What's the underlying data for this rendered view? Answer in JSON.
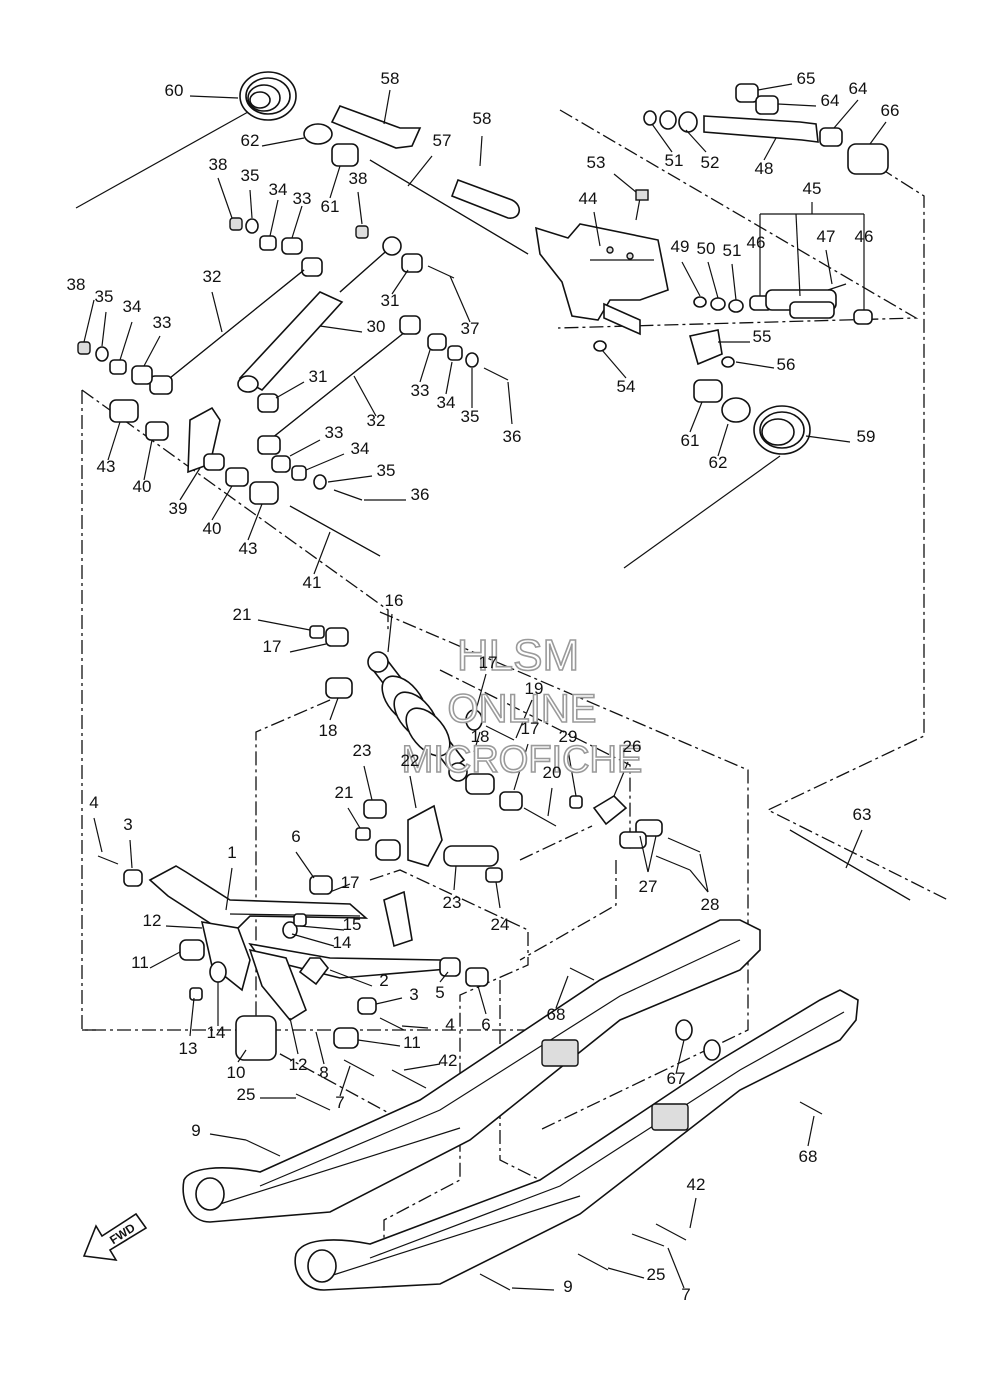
{
  "watermark": {
    "line1": "HLSM",
    "line2": "ONLINE",
    "line3": "MICROFICHE"
  },
  "direction_marker": "FWD",
  "callouts": [
    {
      "id": "c60",
      "text": "60"
    },
    {
      "id": "c58a",
      "text": "58"
    },
    {
      "id": "c58b",
      "text": "58"
    },
    {
      "id": "c62a",
      "text": "62"
    },
    {
      "id": "c57",
      "text": "57"
    },
    {
      "id": "c61a",
      "text": "61"
    },
    {
      "id": "c38a",
      "text": "38"
    },
    {
      "id": "c35a",
      "text": "35"
    },
    {
      "id": "c34a",
      "text": "34"
    },
    {
      "id": "c33a",
      "text": "33"
    },
    {
      "id": "c38b",
      "text": "38"
    },
    {
      "id": "c65",
      "text": "65"
    },
    {
      "id": "c64a",
      "text": "64"
    },
    {
      "id": "c64b",
      "text": "64"
    },
    {
      "id": "c66",
      "text": "66"
    },
    {
      "id": "c51a",
      "text": "51"
    },
    {
      "id": "c52",
      "text": "52"
    },
    {
      "id": "c48",
      "text": "48"
    },
    {
      "id": "c53",
      "text": "53"
    },
    {
      "id": "c44",
      "text": "44"
    },
    {
      "id": "c45",
      "text": "45"
    },
    {
      "id": "c49",
      "text": "49"
    },
    {
      "id": "c50",
      "text": "50"
    },
    {
      "id": "c51b",
      "text": "51"
    },
    {
      "id": "c46a",
      "text": "46"
    },
    {
      "id": "c47",
      "text": "47"
    },
    {
      "id": "c46b",
      "text": "46"
    },
    {
      "id": "c32a",
      "text": "32"
    },
    {
      "id": "c38c",
      "text": "38"
    },
    {
      "id": "c35b",
      "text": "35"
    },
    {
      "id": "c34b",
      "text": "34"
    },
    {
      "id": "c33b",
      "text": "33"
    },
    {
      "id": "c30",
      "text": "30"
    },
    {
      "id": "c31a",
      "text": "31"
    },
    {
      "id": "c37",
      "text": "37"
    },
    {
      "id": "c55",
      "text": "55"
    },
    {
      "id": "c56",
      "text": "56"
    },
    {
      "id": "c54",
      "text": "54"
    },
    {
      "id": "c31b",
      "text": "31"
    },
    {
      "id": "c33c",
      "text": "33"
    },
    {
      "id": "c34c",
      "text": "34"
    },
    {
      "id": "c35c",
      "text": "35"
    },
    {
      "id": "c36a",
      "text": "36"
    },
    {
      "id": "c32b",
      "text": "32"
    },
    {
      "id": "c61b",
      "text": "61"
    },
    {
      "id": "c62b",
      "text": "62"
    },
    {
      "id": "c59",
      "text": "59"
    },
    {
      "id": "c43a",
      "text": "43"
    },
    {
      "id": "c40a",
      "text": "40"
    },
    {
      "id": "c39",
      "text": "39"
    },
    {
      "id": "c33d",
      "text": "33"
    },
    {
      "id": "c34d",
      "text": "34"
    },
    {
      "id": "c35d",
      "text": "35"
    },
    {
      "id": "c36b",
      "text": "36"
    },
    {
      "id": "c40b",
      "text": "40"
    },
    {
      "id": "c43b",
      "text": "43"
    },
    {
      "id": "c41",
      "text": "41"
    },
    {
      "id": "c16",
      "text": "16"
    },
    {
      "id": "c21a",
      "text": "21"
    },
    {
      "id": "c17a",
      "text": "17"
    },
    {
      "id": "c17b",
      "text": "17"
    },
    {
      "id": "c19",
      "text": "19"
    },
    {
      "id": "c18a",
      "text": "18"
    },
    {
      "id": "c18b",
      "text": "18"
    },
    {
      "id": "c17c",
      "text": "17"
    },
    {
      "id": "c23a",
      "text": "23"
    },
    {
      "id": "c22",
      "text": "22"
    },
    {
      "id": "c29",
      "text": "29"
    },
    {
      "id": "c26",
      "text": "26"
    },
    {
      "id": "c20",
      "text": "20"
    },
    {
      "id": "c21b",
      "text": "21"
    },
    {
      "id": "c4a",
      "text": "4"
    },
    {
      "id": "c3a",
      "text": "3"
    },
    {
      "id": "c1",
      "text": "1"
    },
    {
      "id": "c6a",
      "text": "6"
    },
    {
      "id": "c17d",
      "text": "17"
    },
    {
      "id": "c23b",
      "text": "23"
    },
    {
      "id": "c24",
      "text": "24"
    },
    {
      "id": "c27",
      "text": "27"
    },
    {
      "id": "c28",
      "text": "28"
    },
    {
      "id": "c63",
      "text": "63"
    },
    {
      "id": "c12a",
      "text": "12"
    },
    {
      "id": "c15",
      "text": "15"
    },
    {
      "id": "c14a",
      "text": "14"
    },
    {
      "id": "c11a",
      "text": "11"
    },
    {
      "id": "c2",
      "text": "2"
    },
    {
      "id": "c5",
      "text": "5"
    },
    {
      "id": "c3b",
      "text": "3"
    },
    {
      "id": "c6b",
      "text": "6"
    },
    {
      "id": "c4b",
      "text": "4"
    },
    {
      "id": "c11b",
      "text": "11"
    },
    {
      "id": "c13",
      "text": "13"
    },
    {
      "id": "c14b",
      "text": "14"
    },
    {
      "id": "c68a",
      "text": "68"
    },
    {
      "id": "c10",
      "text": "10"
    },
    {
      "id": "c12b",
      "text": "12"
    },
    {
      "id": "c8",
      "text": "8"
    },
    {
      "id": "c42a",
      "text": "42"
    },
    {
      "id": "c25a",
      "text": "25"
    },
    {
      "id": "c7a",
      "text": "7"
    },
    {
      "id": "c67",
      "text": "67"
    },
    {
      "id": "c9a",
      "text": "9"
    },
    {
      "id": "c68b",
      "text": "68"
    },
    {
      "id": "c42b",
      "text": "42"
    },
    {
      "id": "c25b",
      "text": "25"
    },
    {
      "id": "c7b",
      "text": "7"
    },
    {
      "id": "c9b",
      "text": "9"
    }
  ]
}
